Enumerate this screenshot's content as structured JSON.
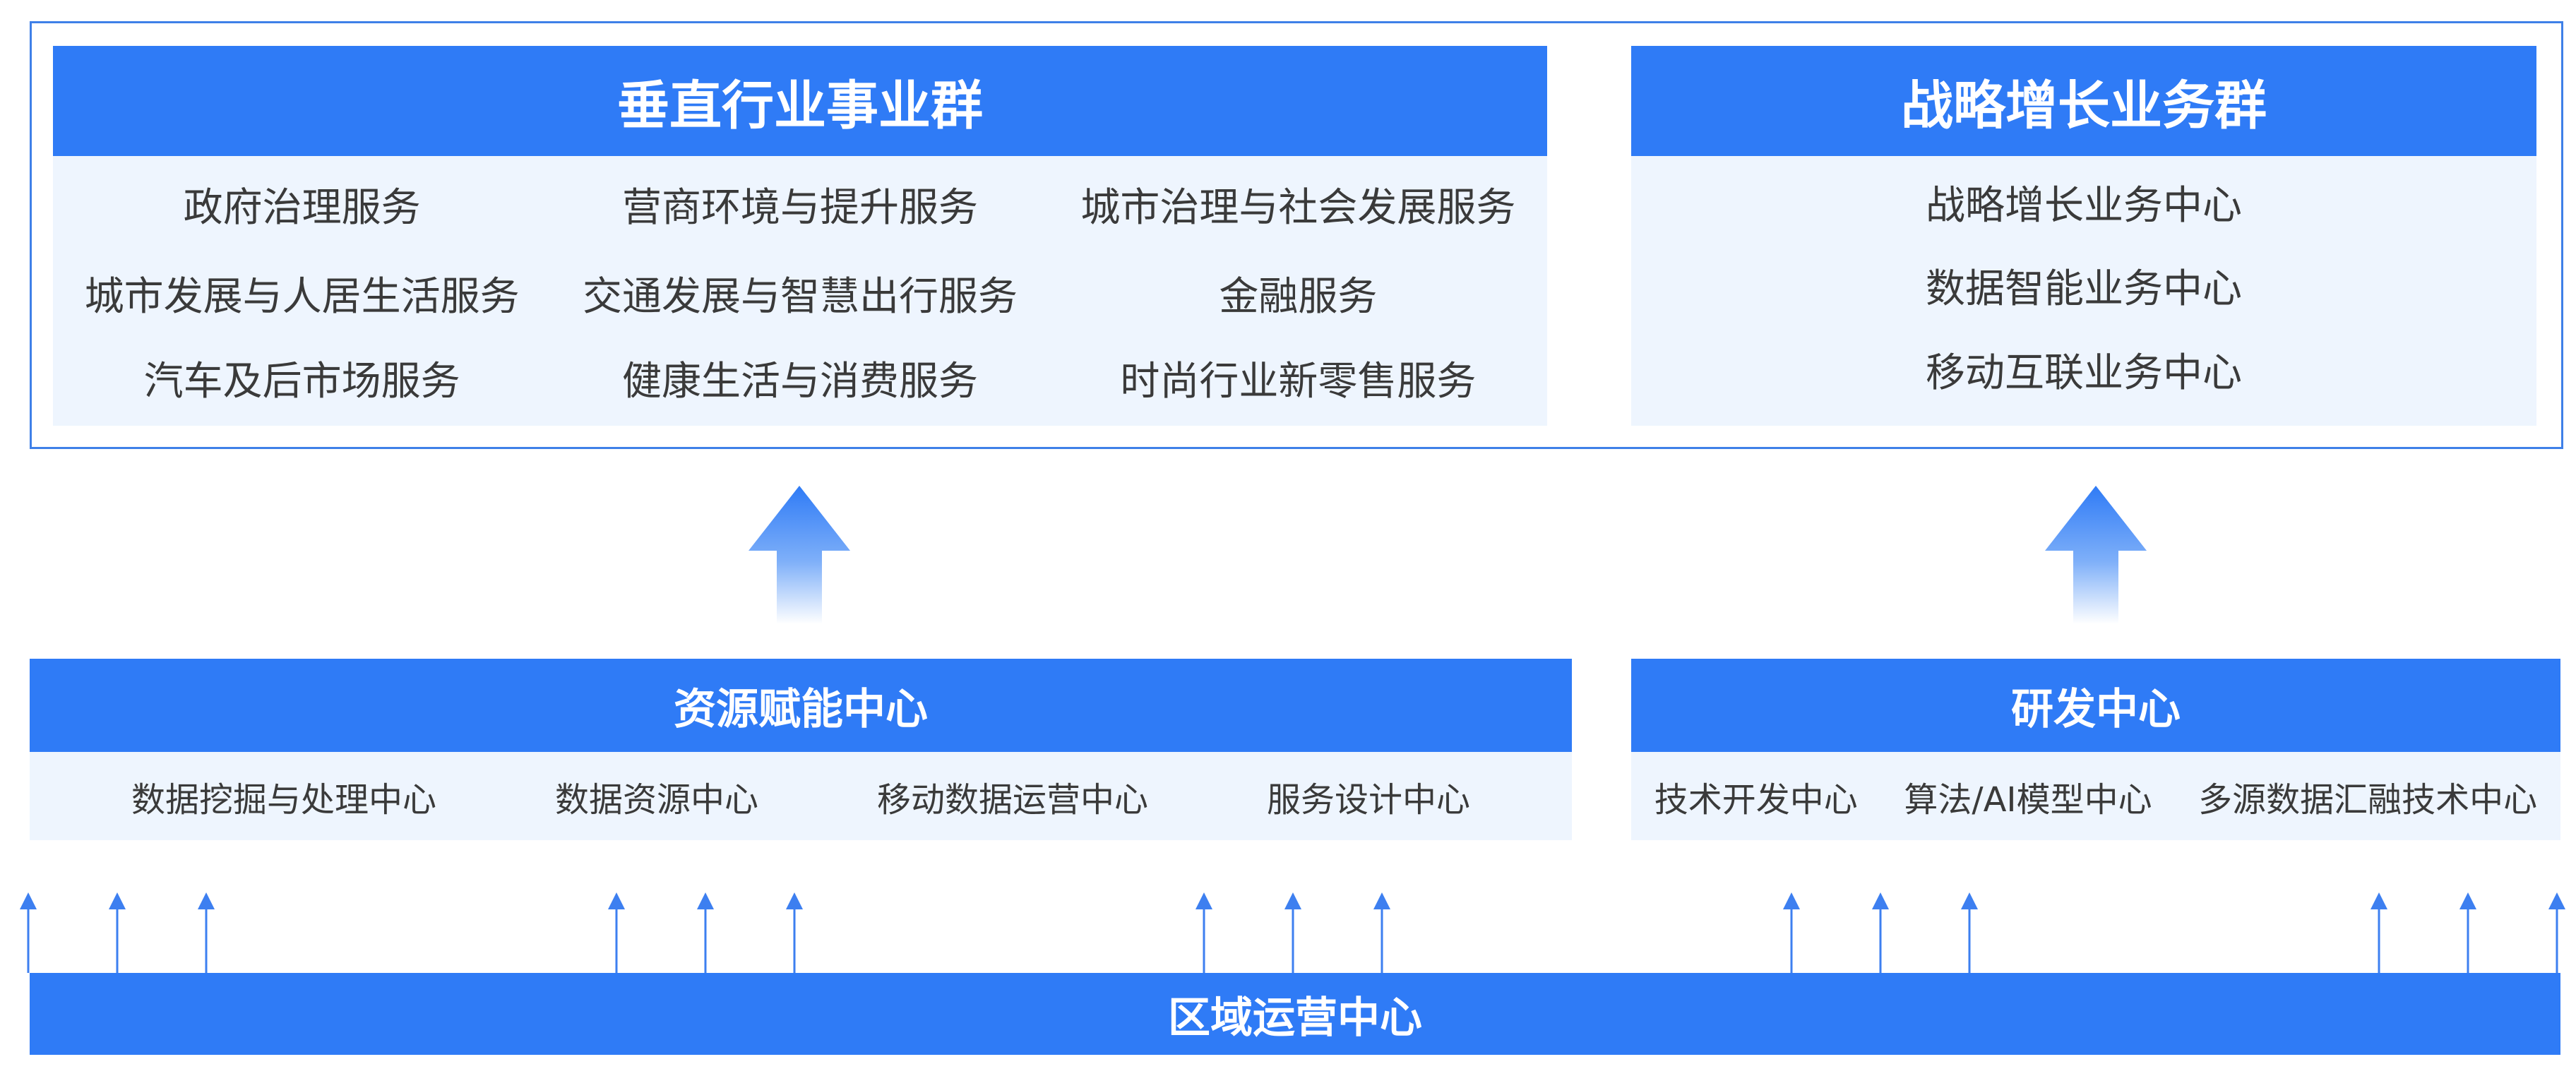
{
  "vertical_group": {
    "title": "垂直行业事业群",
    "items": [
      "政府治理服务",
      "营商环境与提升服务",
      "城市治理与社会发展服务",
      "城市发展与人居生活服务",
      "交通发展与智慧出行服务",
      "金融服务",
      "汽车及后市场服务",
      "健康生活与消费服务",
      "时尚行业新零售服务"
    ]
  },
  "strategic_group": {
    "title": "战略增长业务群",
    "items": [
      "战略增长业务中心",
      "数据智能业务中心",
      "移动互联业务中心"
    ]
  },
  "resource_center": {
    "title": "资源赋能中心",
    "items": [
      "数据挖掘与处理中心",
      "数据资源中心",
      "移动数据运营中心",
      "服务设计中心"
    ]
  },
  "rd_center": {
    "title": "研发中心",
    "items": [
      "技术开发中心",
      "算法/AI模型中心",
      "多源数据汇融技术中心"
    ]
  },
  "regional_center": {
    "title": "区域运营中心"
  },
  "colors": {
    "primary_blue": "#2f7bf6",
    "light_panel": "#eef5fe",
    "frame_blue": "#3f80e8",
    "arrow_blue": "#3d7ff0"
  }
}
